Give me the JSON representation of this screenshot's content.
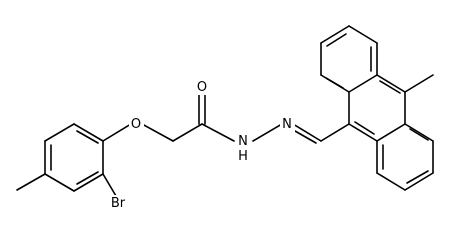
{
  "molecule": {
    "atom_labels": {
      "o_ether": "O",
      "o_carbonyl": "O",
      "n1": "N",
      "h1": "H",
      "n2": "N",
      "br": "Br"
    }
  }
}
